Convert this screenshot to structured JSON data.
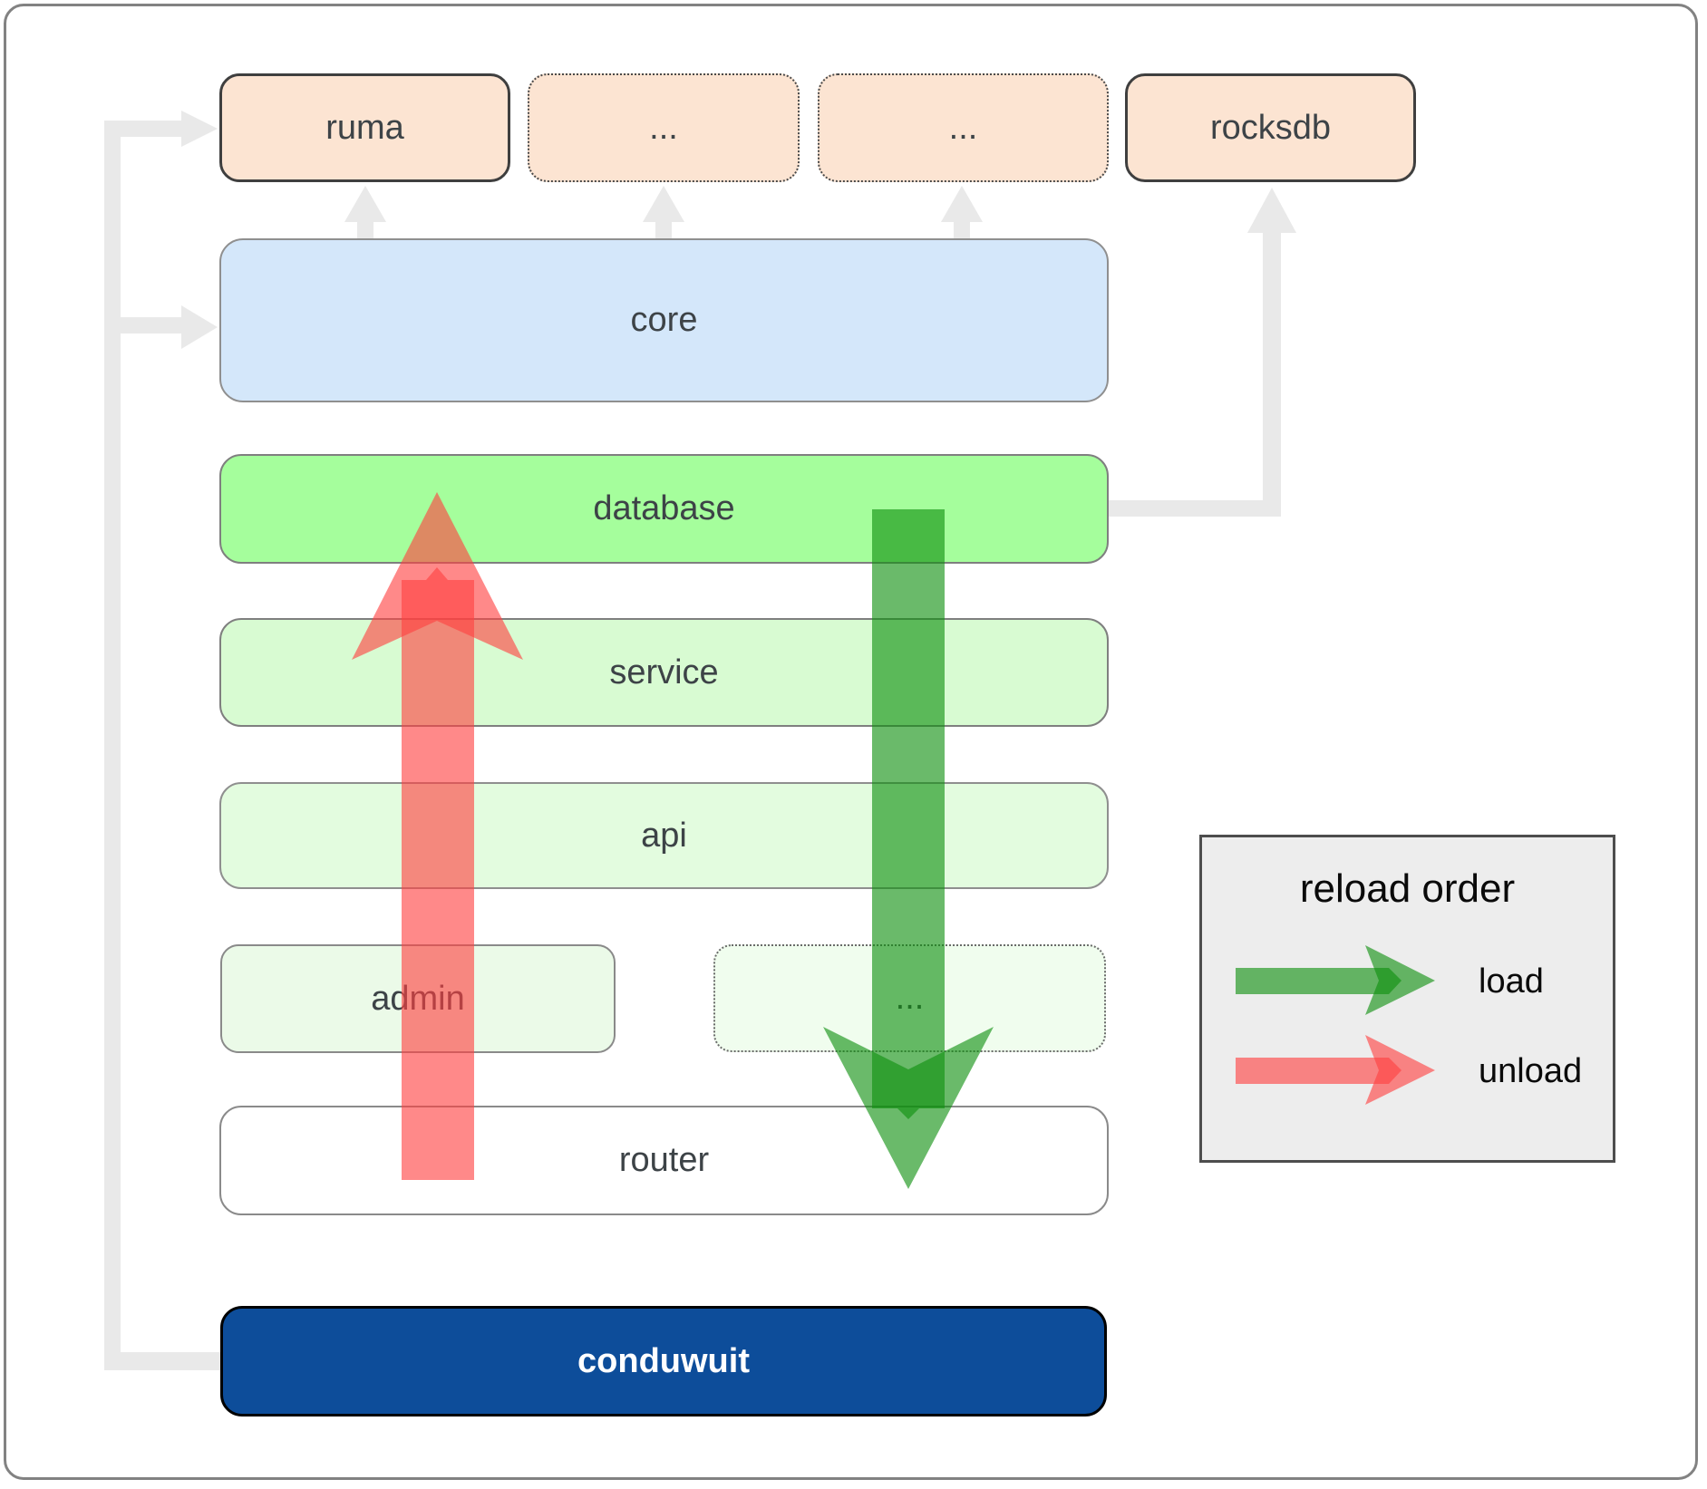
{
  "colors": {
    "peach": "#fce4d2",
    "box-border-dark": "#3f3f3f",
    "core-blue": "#d4e7fa",
    "database-green": "#a5fe9c",
    "service-green": "#d8fbd2",
    "api-green": "#e3fcdf",
    "admin-green": "#ebfae8",
    "ellipsis-green": "#f0fdee",
    "conduwuit-navy": "#0d4d9a",
    "label": "#3d4347",
    "connector-gray": "#e9e9e9",
    "arrow-red": "#ff4040",
    "arrow-green": "#0f8f0f",
    "legend-bg": "#ededed",
    "outer-border": "#828282"
  },
  "nodes": {
    "ruma": {
      "label": "ruma"
    },
    "ellipsis_top_1": {
      "label": "..."
    },
    "ellipsis_top_2": {
      "label": "..."
    },
    "rocksdb": {
      "label": "rocksdb"
    },
    "core": {
      "label": "core"
    },
    "database": {
      "label": "database"
    },
    "service": {
      "label": "service"
    },
    "api": {
      "label": "api"
    },
    "admin": {
      "label": "admin"
    },
    "ellipsis_admin": {
      "label": "..."
    },
    "router": {
      "label": "router"
    },
    "conduwuit": {
      "label": "conduwuit"
    }
  },
  "legend": {
    "title": "reload order",
    "load_label": "load",
    "unload_label": "unload"
  }
}
